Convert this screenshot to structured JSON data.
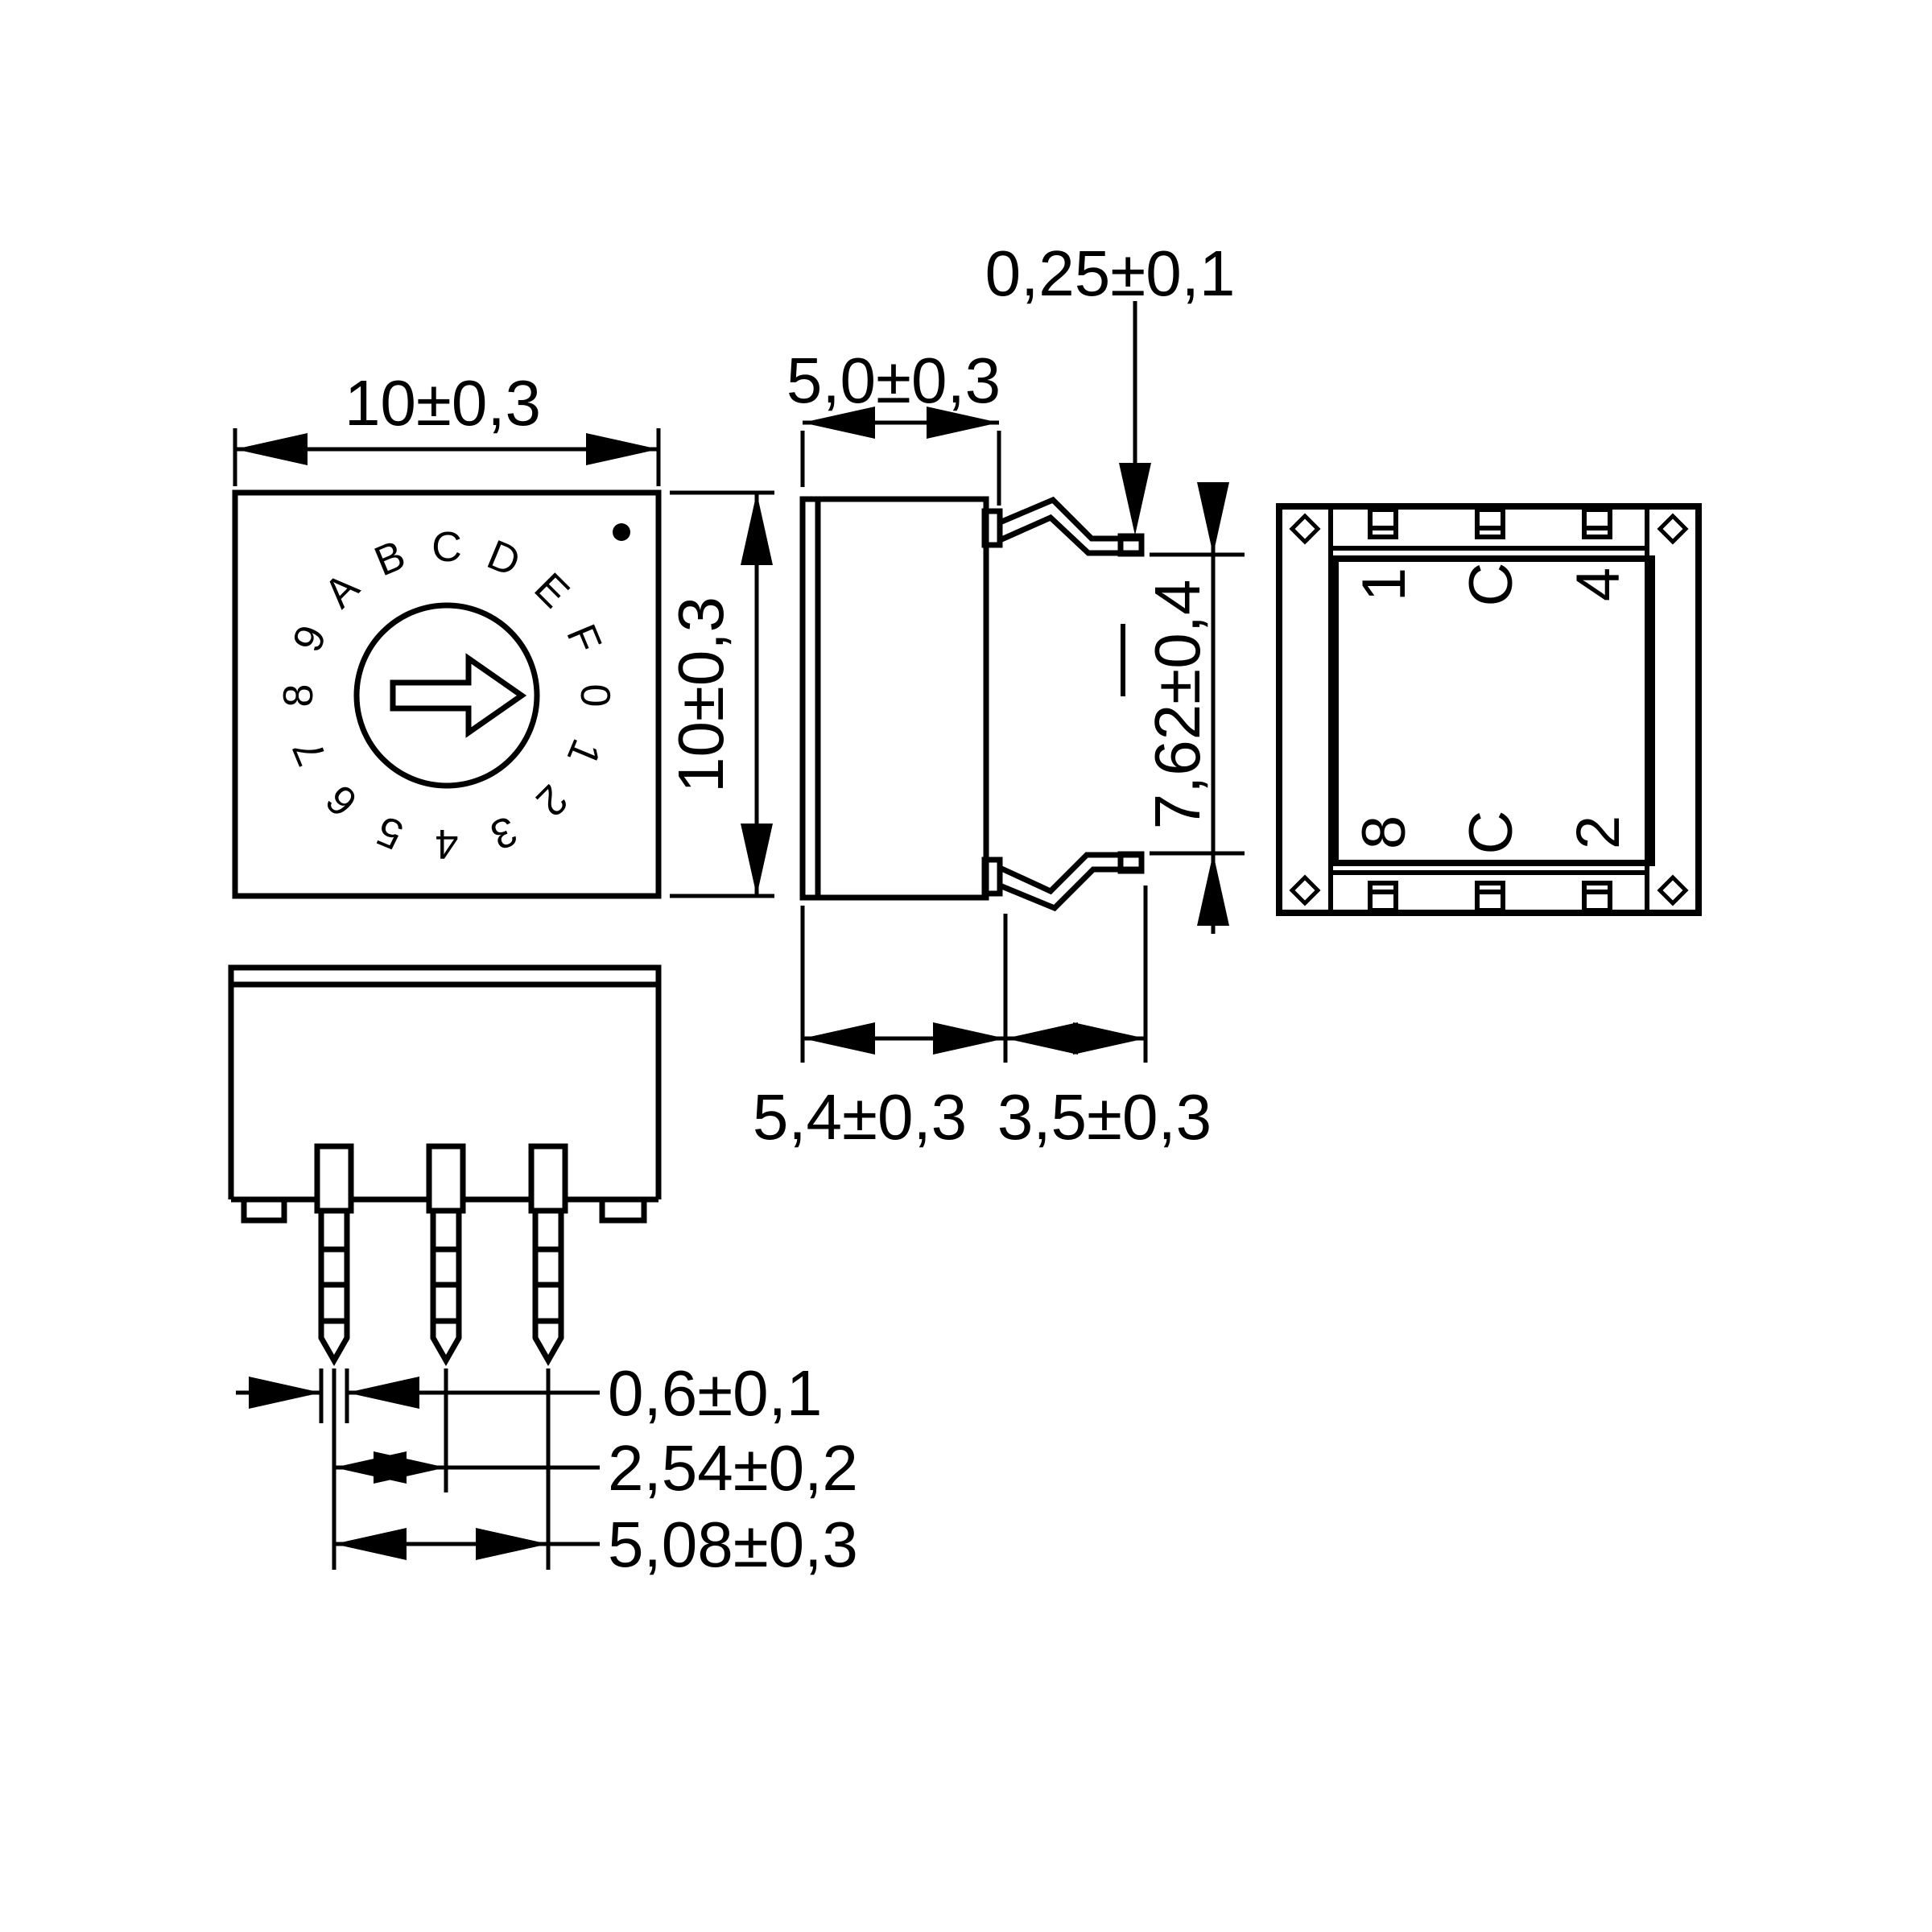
{
  "front_view": {
    "width_dim": "10±0,3",
    "height_dim": "10±0,3",
    "dial_chars": [
      "C",
      "D",
      "E",
      "F",
      "0",
      "1",
      "2",
      "3",
      "4",
      "5",
      "6",
      "7",
      "8",
      "9",
      "A",
      "B"
    ]
  },
  "side_view": {
    "width_dim": "5,0±0,3",
    "contact_thickness_dim": "0,25±0,1",
    "contact_pitch_dim": "7,62±0,4",
    "body_depth_dim": "5,4±0,3",
    "contact_length_dim": "3,5±0,3"
  },
  "footprint_view": {
    "pad_labels": [
      "1",
      "C",
      "4",
      "8",
      "C",
      "2"
    ]
  },
  "pin_view": {
    "pin_width_dim": "0,6±0,1",
    "pin_pitch_dim": "2,54±0,2",
    "pin_span_dim": "5,08±0,3"
  }
}
